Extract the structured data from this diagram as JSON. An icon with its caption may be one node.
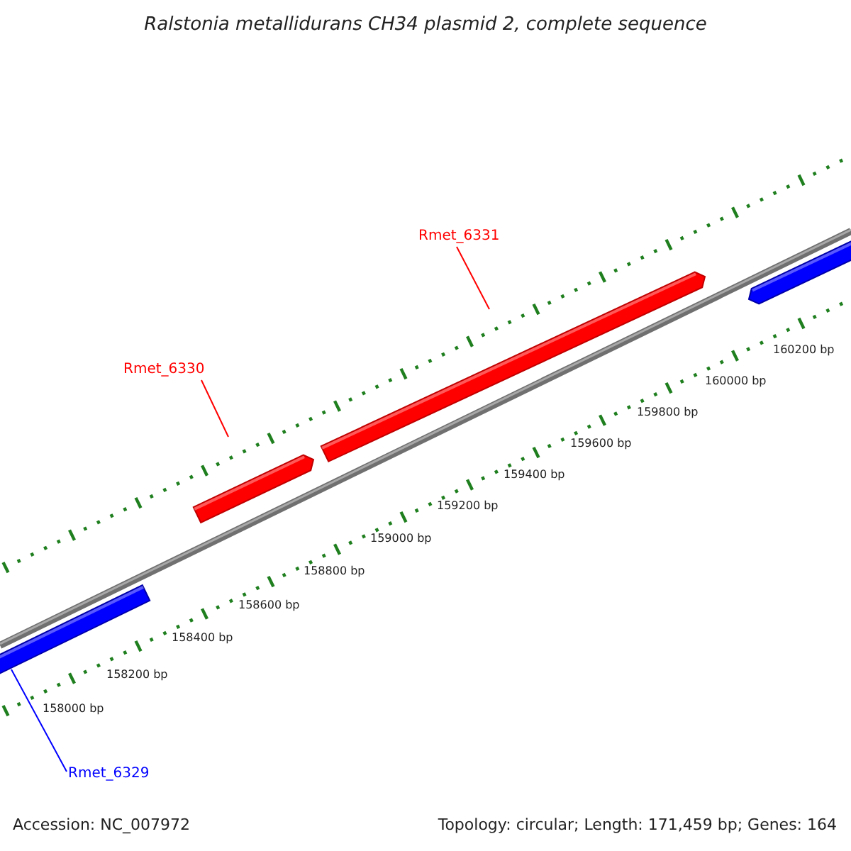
{
  "diagram": {
    "title": "Ralstonia metallidurans CH34 plasmid 2, complete sequence",
    "nodes": [
      {
        "text": [
          "Rmet_6331"
        ]
      },
      {
        "text": [],
        "shape": "bar"
      },
      {
        "text": [
          "Rmet_6330"
        ]
      },
      {
        "text": [],
        "shape": "bar"
      },
      {
        "text": [],
        "shape": "bar"
      },
      {
        "text": [
          "Rmet_6329"
        ]
      },
      {
        "text": [],
        "shape": "bar"
      }
    ],
    "edges": [
      {
        "from": 0,
        "to": 1,
        "arrow": "none"
      },
      {
        "from": 2,
        "to": 3,
        "arrow": "none"
      },
      {
        "from": 5,
        "to": 6,
        "arrow": "none",
        "color": "#0000ff"
      }
    ],
    "labels": [
      "160200 bp",
      "160000 bp",
      "159800 bp",
      "159600 bp",
      "159400 bp",
      "159200 bp",
      "159000 bp",
      "158800 bp",
      "158600 bp",
      "158400 bp",
      "158200 bp",
      "158000 bp",
      "Accession: NC_007972",
      "Topology: circular; Length: 171,459 bp; Genes: 164"
    ]
  }
}
